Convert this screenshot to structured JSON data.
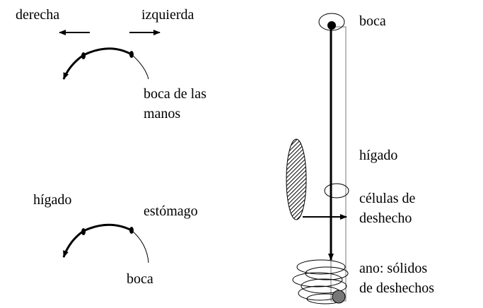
{
  "top_left": {
    "right_label": "derecha",
    "left_label": "izquierda",
    "mouth_label_line1": "boca de las",
    "mouth_label_line2": "manos"
  },
  "bottom_left": {
    "liver_label": "hígado",
    "stomach_label": "estómago",
    "mouth_label": "boca"
  },
  "right": {
    "mouth_label": "boca",
    "liver_label": "hígado",
    "waste_cells_line1": "células de",
    "waste_cells_line2": "deshecho",
    "anus_line1": "ano: sólidos",
    "anus_line2": "de deshechos"
  }
}
